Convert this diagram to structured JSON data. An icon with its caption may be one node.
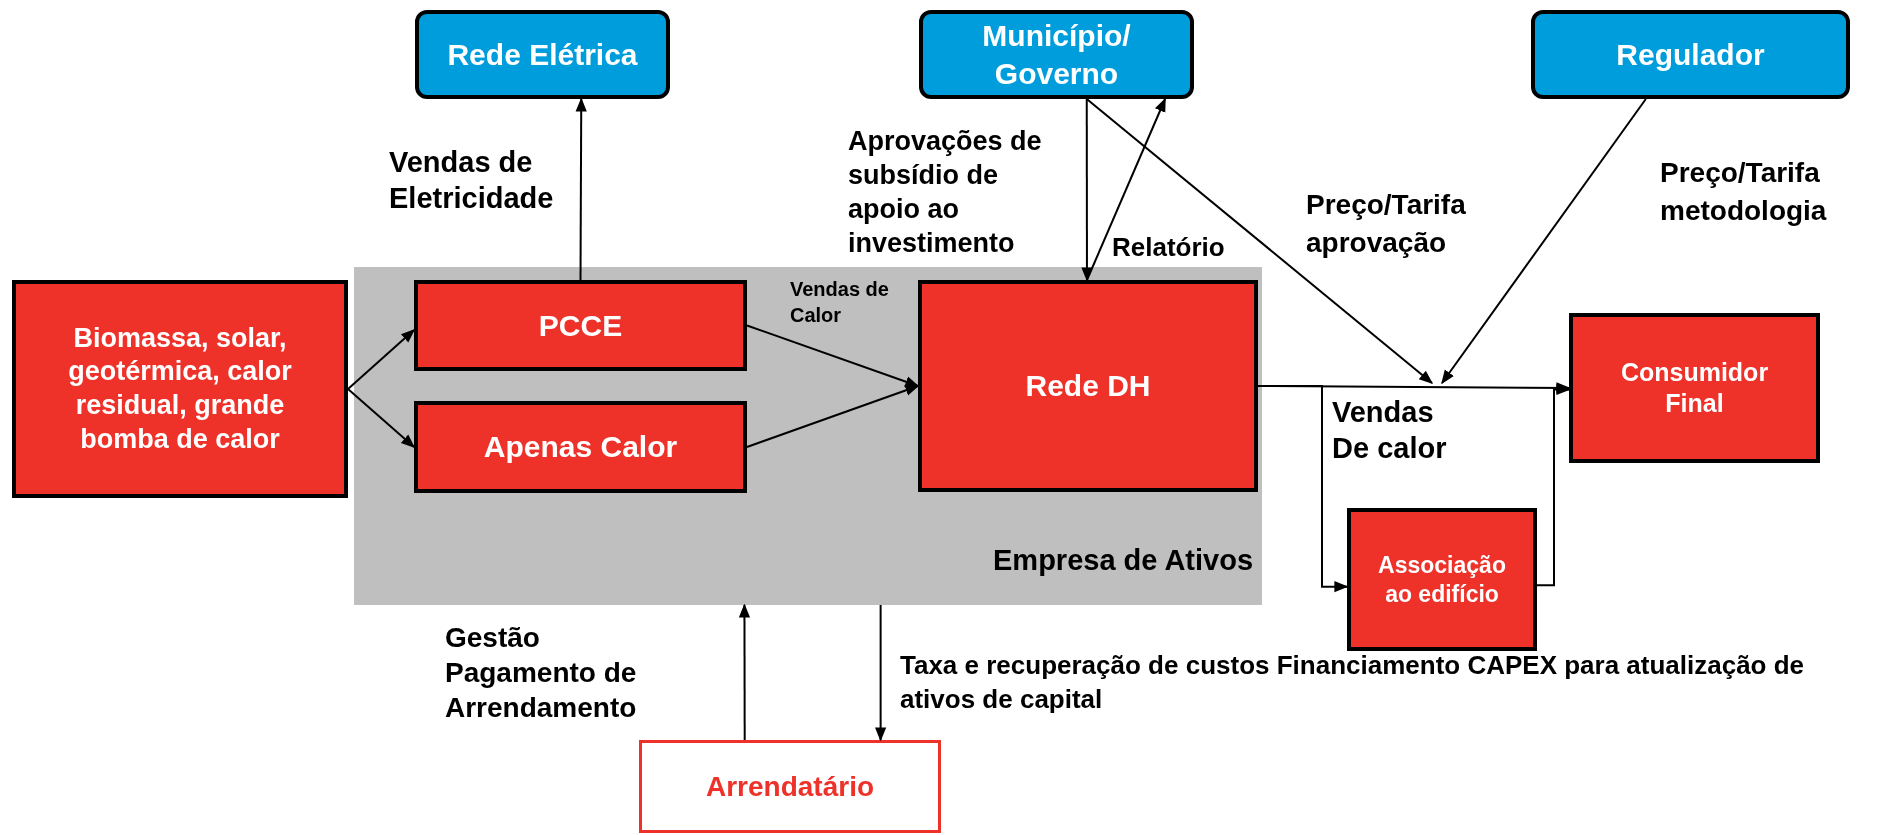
{
  "diagram": {
    "nodes": [
      {
        "text": [
          "Rede Elétrica"
        ]
      },
      {
        "text": [
          "Município/ Governo"
        ]
      },
      {
        "text": [
          "Regulador"
        ]
      },
      {
        "text": [
          "Empresa de Ativos"
        ]
      },
      {
        "text": [
          "Biomassa, solar, geotérmica, calor residual, grande bomba de calor"
        ]
      },
      {
        "text": [
          "PCCE"
        ],
        "in": 3
      },
      {
        "text": [
          "Apenas Calor"
        ],
        "in": 3
      },
      {
        "text": [
          "Rede DH"
        ],
        "in": 3
      },
      {
        "text": [
          "Consumidor Final"
        ]
      },
      {
        "text": [
          "Associação ao edifício"
        ]
      },
      {
        "text": [
          "Arrendatário"
        ]
      }
    ],
    "edges": [
      {
        "from": 4,
        "to": 5,
        "arrow": "to"
      },
      {
        "from": 4,
        "to": 6,
        "arrow": "to"
      },
      {
        "from": 5,
        "to": 0,
        "arrow": "to",
        "label": "Vendas de Eletricidade"
      },
      {
        "from": 5,
        "to": 7,
        "arrow": "to",
        "label": "Vendas de Calor"
      },
      {
        "from": 6,
        "to": 7,
        "arrow": "to"
      },
      {
        "from": 1,
        "to": 7,
        "arrow": "to",
        "label": "Aprovações de subsídio de apoio ao investimento"
      },
      {
        "from": 7,
        "to": 1,
        "arrow": "to",
        "label": "Relatório"
      },
      {
        "from": 7,
        "to": 8,
        "arrow": "to",
        "label": "Vendas De calor"
      },
      {
        "from": 1,
        "to": null,
        "arrow": "to",
        "label": "Preço/Tarifa aprovação"
      },
      {
        "from": 2,
        "to": null,
        "arrow": "to",
        "label": "Preço/Tarifa metodologia"
      },
      {
        "from": 7,
        "to": 9,
        "arrow": "to"
      },
      {
        "from": 9,
        "to": 8,
        "arrow": "to"
      },
      {
        "from": 10,
        "to": 3,
        "arrow": "to",
        "label": "Gestão Pagamento de Arrendamento"
      },
      {
        "from": 3,
        "to": 10,
        "arrow": "to",
        "label": "Taxa e recuperação de custos Financiamento CAPEX para atualização de ativos de capital"
      }
    ]
  }
}
